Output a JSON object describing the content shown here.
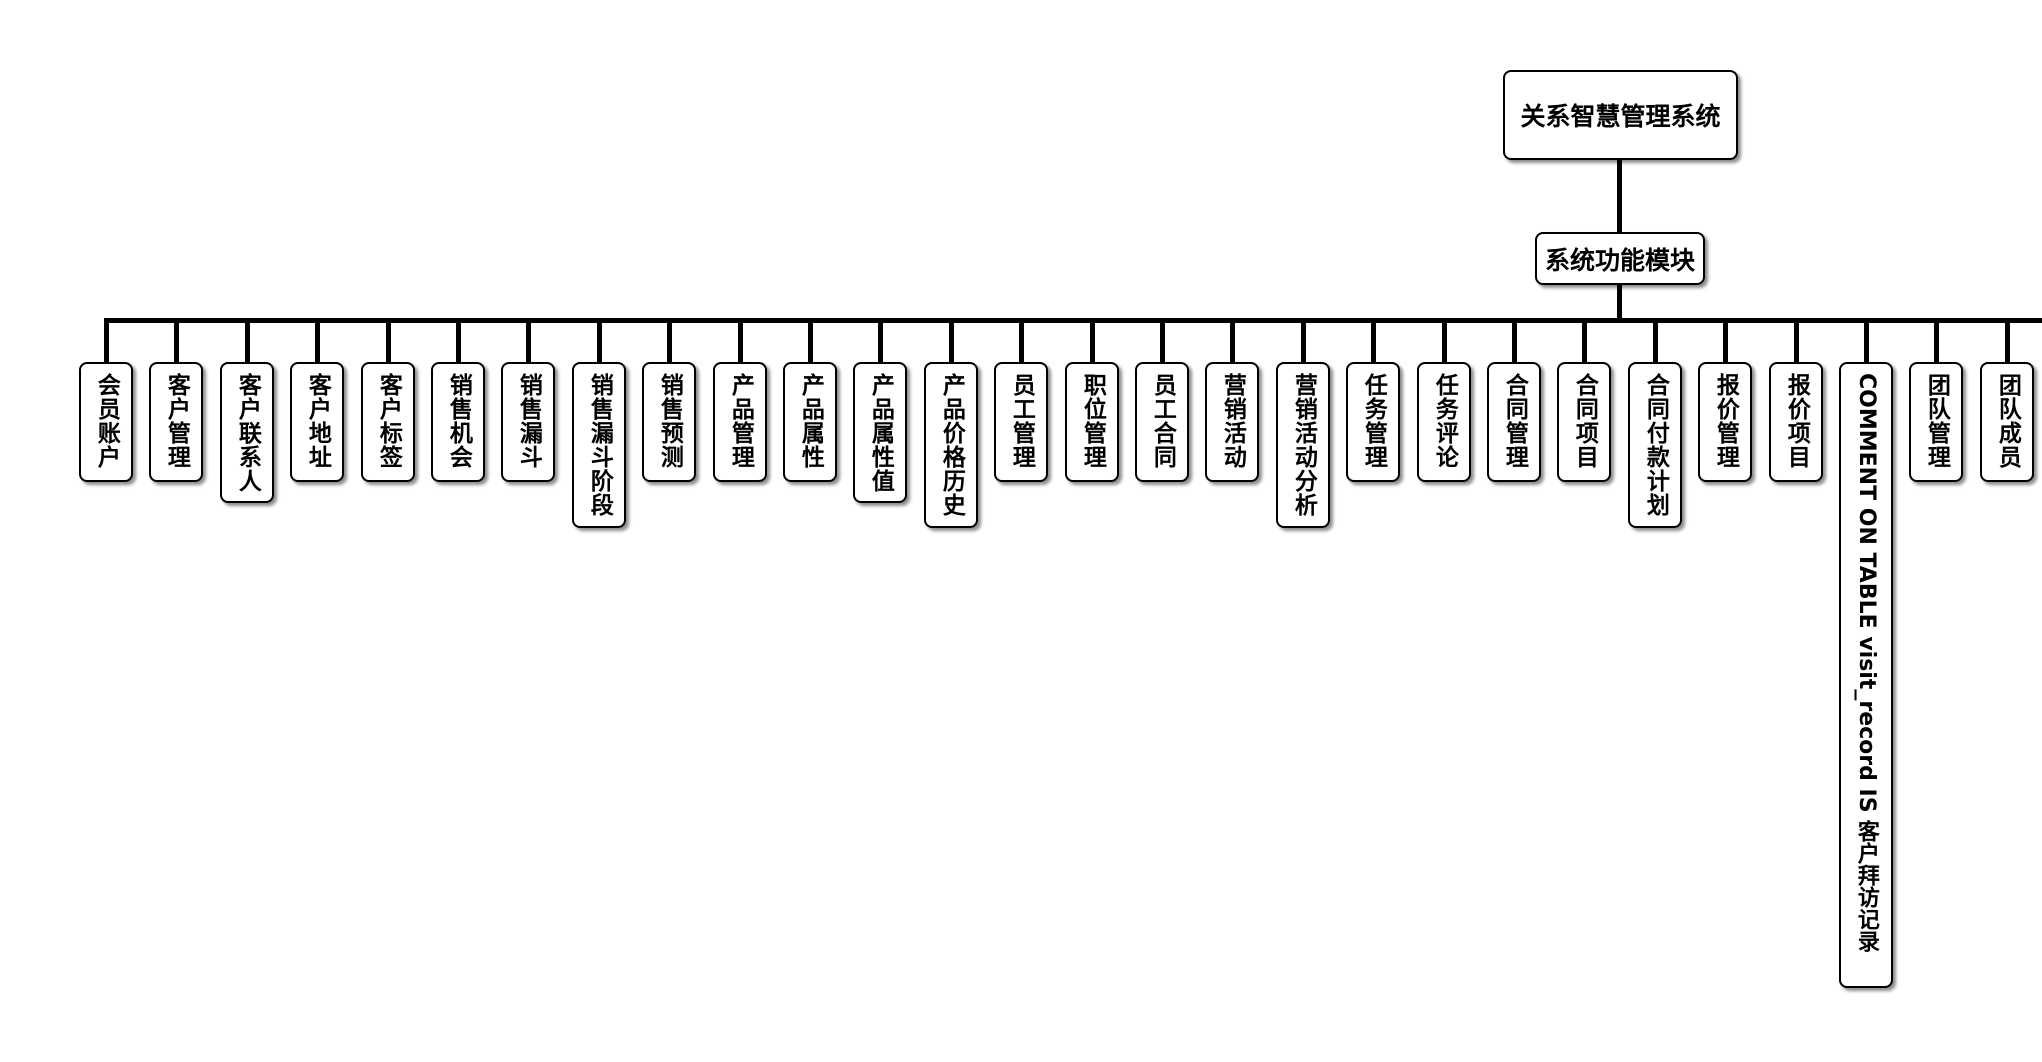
{
  "root": {
    "label": "关系智慧管理系统"
  },
  "module": {
    "label": "系统功能模块"
  },
  "children": [
    "会员账户",
    "客户管理",
    "客户联系人",
    "客户地址",
    "客户标签",
    "销售机会",
    "销售漏斗",
    "销售漏斗阶段",
    "销售预测",
    "产品管理",
    "产品属性",
    "产品属性值",
    "产品价格历史",
    "员工管理",
    "职位管理",
    "员工合同",
    "营销活动",
    "营销活动分析",
    "任务管理",
    "任务评论",
    "合同管理",
    "合同项目",
    "合同付款计划",
    "报价管理",
    "报价项目",
    "COMMENT ON TABLE visit_record IS 客户拜访记录",
    "团队管理",
    "团队成员"
  ]
}
